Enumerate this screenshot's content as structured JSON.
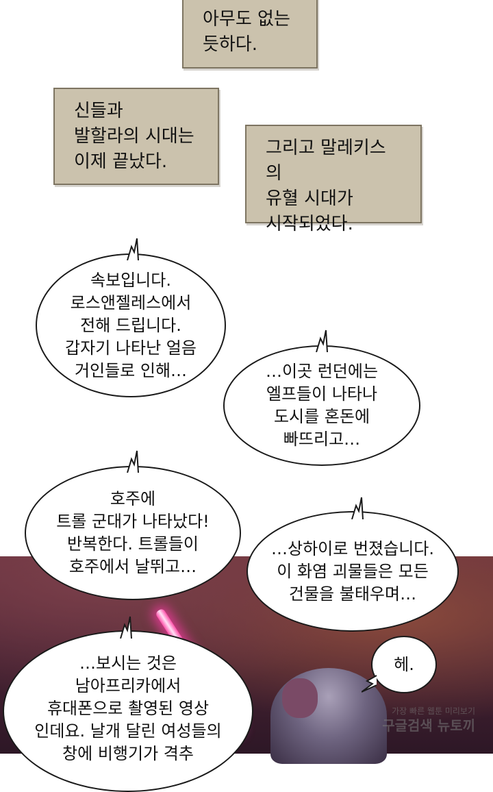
{
  "captions": [
    {
      "text": "아무도 없는\n듯하다."
    },
    {
      "text": "신들과\n발할라의 시대는\n이제 끝났다."
    },
    {
      "text": "그리고 말레키스의\n유혈 시대가\n시작되었다."
    }
  ],
  "bubbles": [
    {
      "text": "속보입니다.\n로스앤젤레스에서\n전해 드립니다.\n갑자기 나타난 얼음\n거인들로 인해…"
    },
    {
      "text": "…이곳 런던에는\n엘프들이 나타나\n도시를 혼돈에\n빠뜨리고…"
    },
    {
      "text": "호주에\n트롤 군대가 나타났다!\n반복한다. 트롤들이\n호주에서 날뛰고…"
    },
    {
      "text": "…상하이로 번졌습니다.\n이 화염 괴물들은 모든\n건물을 불태우며…"
    },
    {
      "text": "…보시는 것은\n남아프리카에서\n휴대폰으로 촬영된 영상\n인데요. 날개 달린 여성들의\n창에 비행기가 격추"
    },
    {
      "text": "헤."
    }
  ],
  "watermark": {
    "line1": "가장 빠른 웹툰 미리보기",
    "line2": "구글검색 뉴토끼"
  }
}
